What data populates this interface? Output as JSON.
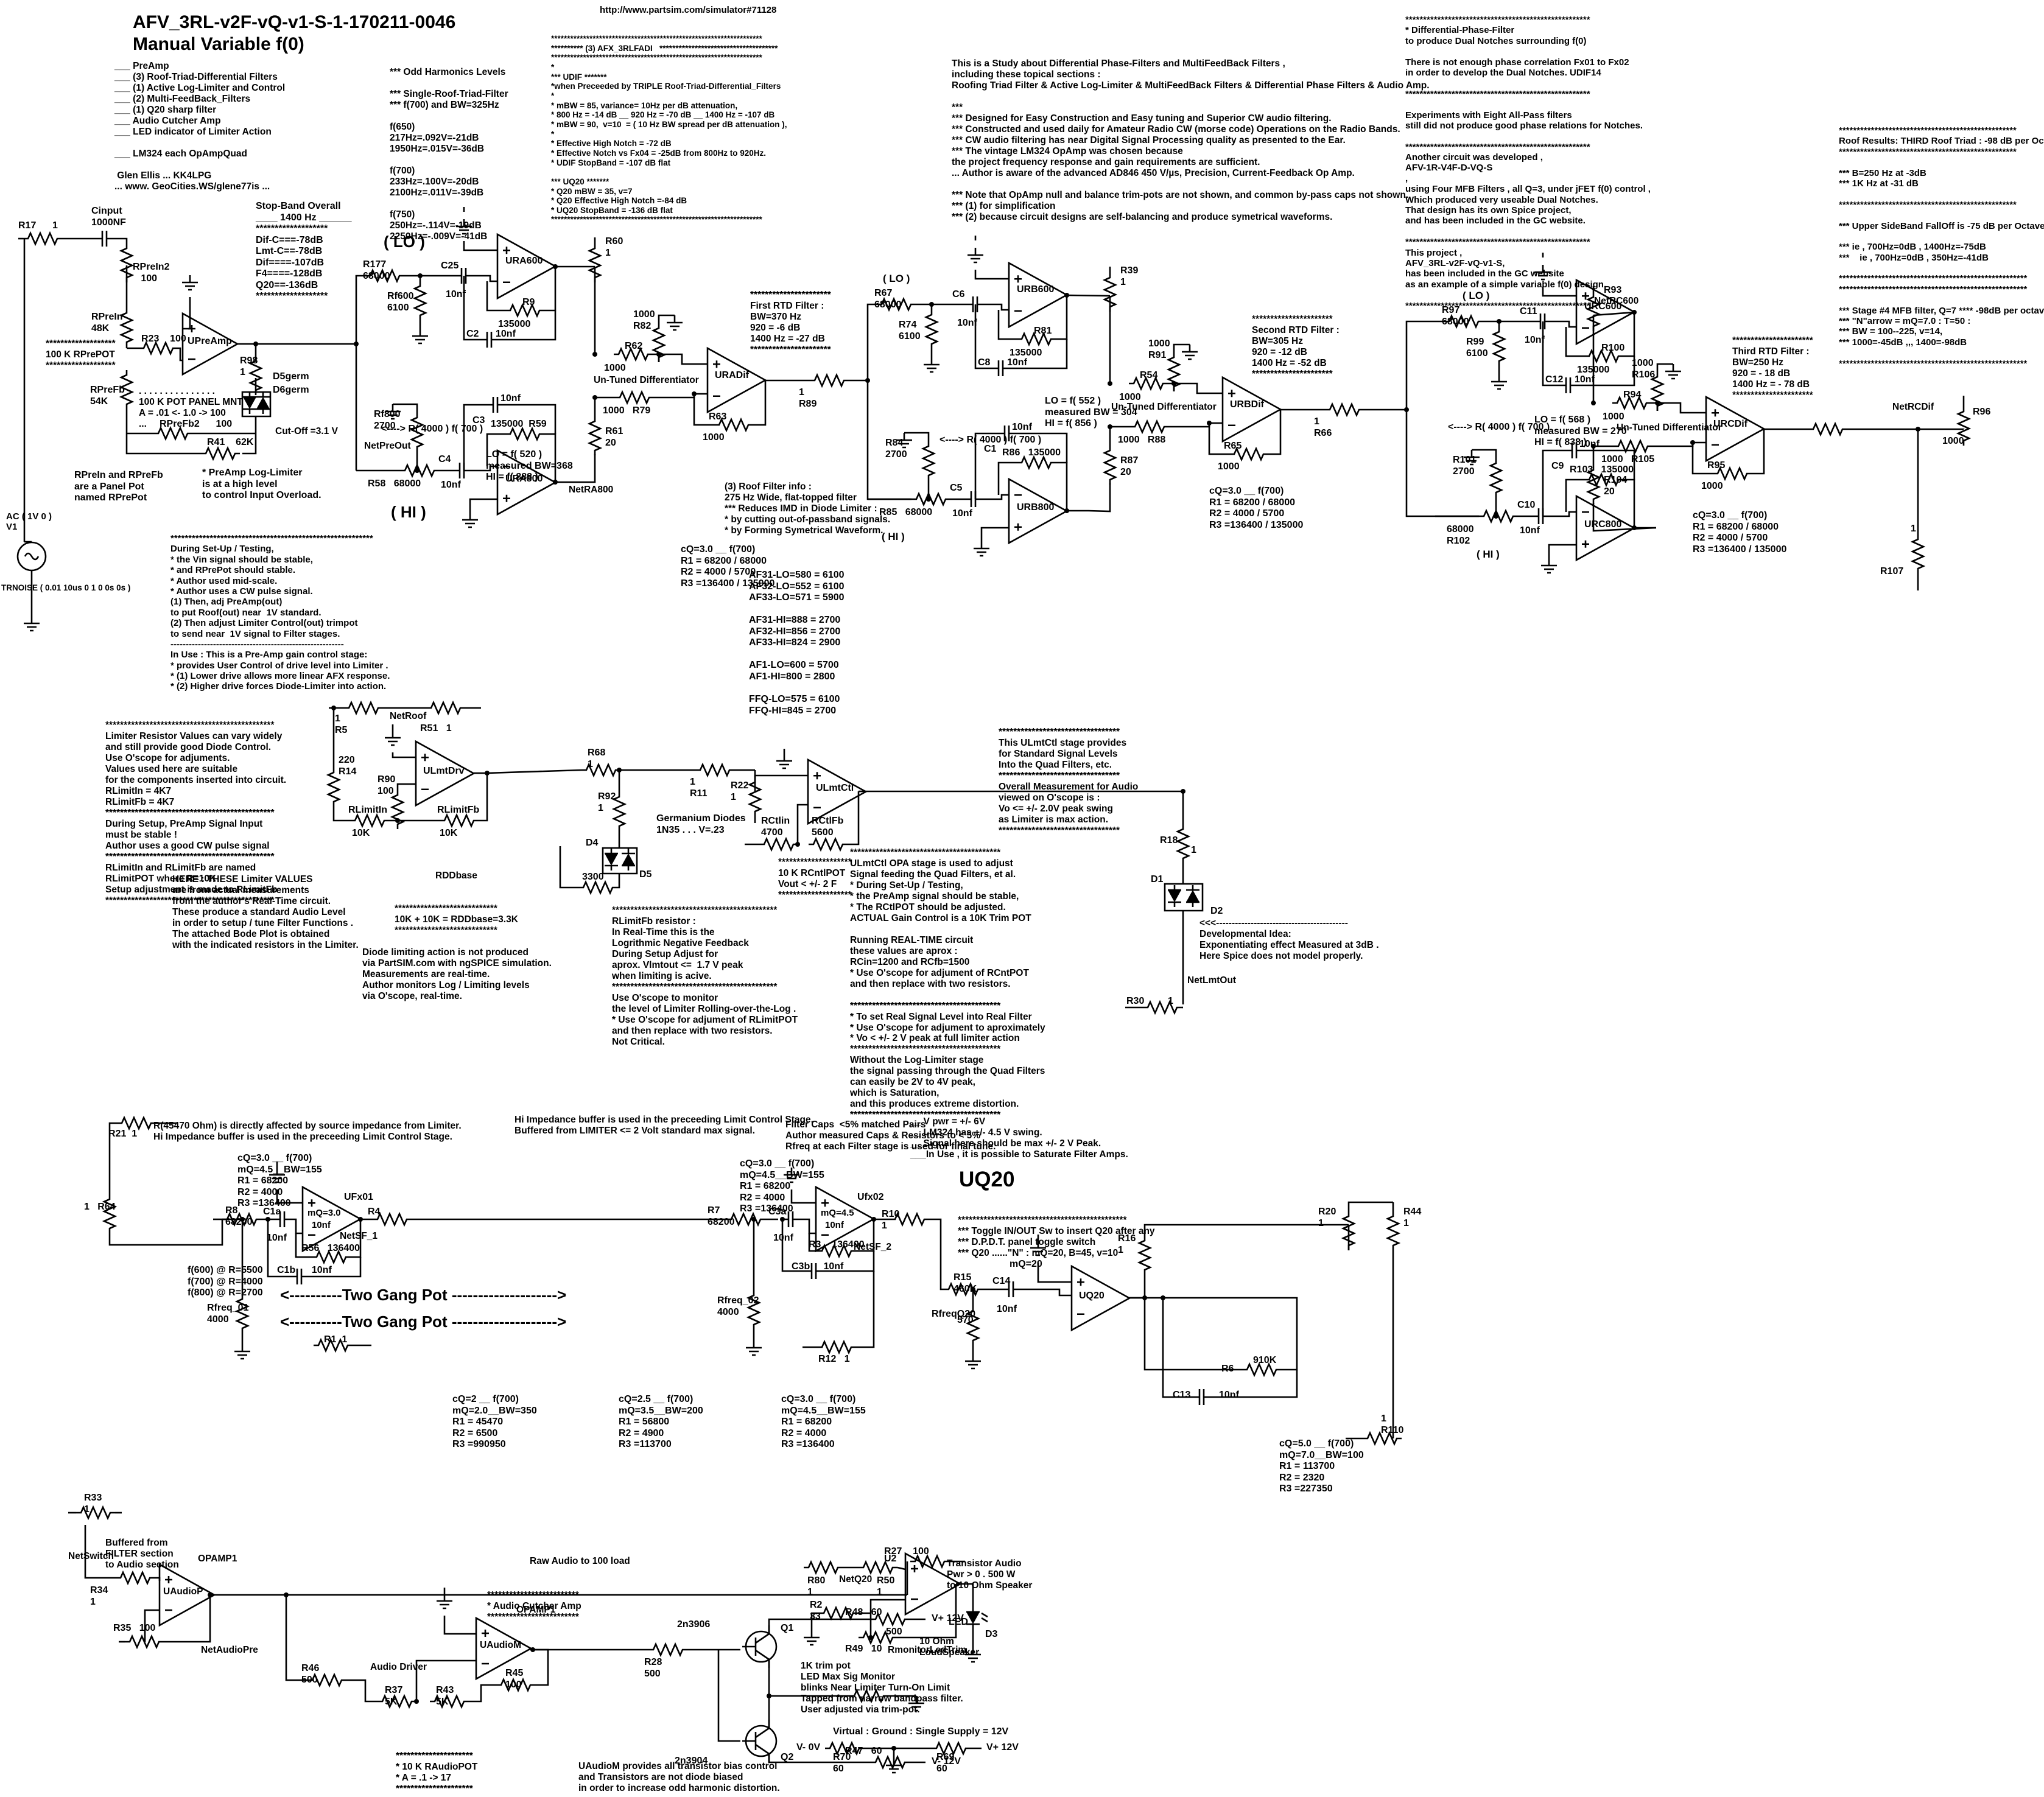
{
  "page": {
    "url": "http://www.partsim.com/simulator#71128",
    "title1": "AFV_3RL-v2F-vQ-v1-S-1-170211-0046",
    "title2": "Manual Variable f(0)"
  },
  "notes": {
    "features": "___ PreAmp\n___ (3) Roof-Triad-Differential Filters\n___ (1) Active Log-Limiter and Control\n___ (2) Multi-FeedBack_Filters\n___ (1) Q20 sharp filter\n___ Audio Cutcher Amp\n___ LED indicator of Limiter Action\n\n___ LM324 each OpAmpQuad\n\n Glen Ellis ... KK4LPG\n... www. GeoCities.WS/glene77is ...",
    "odd": "*** Odd Harmonics Levels\n\n*** Single-Roof-Triad-Filter\n*** f(700) and BW=325Hz\n\nf(650)\n217Hz=.092V=-21dB\n1950Hz=.015V=-36dB\n\nf(700)\n233Hz=.100V=-20dB\n2100Hz=.011V=-39dB\n\nf(750)\n250Hz=-.114V=-19dB\n2250Hz=-.009V=-41dB",
    "afx": "******************************************************************\n********** (3) AFX_3RLFADI   *************************************\n******************************************************************\n*\n*** UDIF *******\n*when Preceeded by TRIPLE Roof-Triad-Differential_Filters\n*\n* mBW = 85, variance= 10Hz per dB attenuation,\n* 800 Hz = -14 dB __ 920 Hz = -70 dB __ 1400 Hz = -107 dB\n* mBW = 90,  v=10  = ( 10 Hz BW spread per dB attenuation ),\n*\n* Effective High Notch = -72 dB\n* Effective Notch vs Fx04 = -25dB from 800Hz to 920Hz.\n* UDIF StopBand = -107 dB flat\n\n*** UQ20 *******\n* Q20 mBW = 35, v=7\n* Q20 Effective High Notch =-84 dB\n* UQ20 StopBand = -136 dB flat\n******************************************************************",
    "study": "This is a Study about Differential Phase-Filters and MultiFeedBack Filters ,\nincluding these topical sections :\nRoofing Triad Filter & Active Log-Limiter & MultiFeedBack Filters & Differential Phase Filters & Audio Amp.\n\n***\n*** Designed for Easy Construction and Easy tuning and Superior CW audio filtering.\n*** Constructed and used daily for Amateur Radio CW (morse code) Operations on the Radio Bands.\n*** CW audio filtering has near Digital Signal Processing quality as presented to the Ear.\n*** The vintage LM324 OpAmp was chosen because\nthe project frequency response and gain requirements are sufficient.\n... Author is aware of the advanced AD846 450 V/µs, Precision, Current-Feedback Op Amp.\n\n*** Note that OpAmp null and balance trim-pots are not shown, and common by-pass caps not shown.\n*** (1) for simplification\n*** (2) because circuit designs are self-balancing and produce symetrical waveforms.",
    "diff": "****************************************************\n* Differential-Phase-Filter\nto produce Dual Notches surrounding f(0)\n\nThere is not enough phase correlation Fx01 to Fx02\nin order to develop the Dual Notches. UDIF14\n\n****************************************************\n\nExperiments with Eight All-Pass filters\nstill did not produce good phase relations for Notches.\n\n****************************************************\nAnother circuit was developed ,\nAFV-1R-V4F-D-VQ-S\n,\nusing Four MFB Filters , all Q=3, under jFET f(0) control ,\nWhich produced very useable Dual Notches.\nThat design has its own Spice project,\nand has been included in the GC website.\n\n****************************************************\nThis project ,\nAFV_3RL-v2F-vQ-v1-S,\nhas been included in the GC website\nas an example of a simple variable f(0) design.\n\n****************************************************",
    "roof": "**************************************************\nRoof Results: THIRD Roof Triad : -98 dB per Octave\n**************************************************\n\n*** B=250 Hz at -3dB\n*** 1K Hz at -31 dB\n\n**************************************************\n\n*** Upper SideBand FallOff is -75 dB per Octave;\n\n*** ie , 700Hz=0dB , 1400Hz=-75dB\n***    ie , 700Hz=0dB , 350Hz=-41dB\n\n*****************************************************\n*****************************************************\n\n*** Stage #4 MFB filter, Q=7 **** -98dB per octave\n*** \"N\"arrow = mQ=7.0 : T=50 :\n*** BW = 100--225, v=14,\n*** 1000=-45dB ,,, 1400=-98dB\n\n*****************************************************",
    "stopband": "Stop-Band Overall\n____ 1400 Hz ______\n*******************\nDif-C===-78dB\nLmt-C==-78dB\nDif====-107dB\nF4====-128dB\nQ20==-136dB\n*******************",
    "panelpot": "RPreIn and RPreFb\nare a Panel Pot\nnamed RPrePot",
    "loglim": "* PreAmp Log-Limiter\nis at a high level\nto control Input Overload.",
    "setup": "*********************************************************\nDuring Set-Up / Testing,\n* the Vin signal should be stable,\n* and RPrePot should stable.\n* Author used mid-scale.\n* Author uses a CW pulse signal.\n(1) Then, adj PreAmp(out)\nto put Roof(out) near  1V standard.\n(2) Then adjust Limiter Control(out) trimpot\nto send near  1V signal to Filter stages.\n---------------------------------------------------------\nIn Use : This is a Pre-Amp gain control stage:\n* provides User Control of drive level into Limiter .\n* (1) Lower drive allows more linear AFX response.\n* (2) Higher drive forces Diode-Limiter into action.",
    "potmnt": ". . . . . . . . . . . . . . .\n100 K POT PANEL MNT\nA = .01 <- 1.0 -> 100\n...",
    "rpre100k": "*******************\n100 K RPrePOT\n*******************",
    "ac": "AC ( 1V 0 )\nV1",
    "trnoise": "TRNOISE ( 0.01 10us 0 1 0 0s 0s )",
    "rt1": "**********************\nFirst RTD Filter :\nBW=370 Hz\n920 = -6 dB\n1400 Hz = -27 dB\n**********************",
    "rt2": "**********************\nSecond RTD Filter :\nBW=305 Hz\n920 = -12 dB\n1400 Hz = -52 dB\n**********************",
    "rt3": "**********************\nThird RTD Filter :\nBW=250 Hz\n920 = - 18 dB\n1400 Hz = - 78 dB\n**********************",
    "untuned": "Un-Tuned Differentiator",
    "lof1": "LO = f( 520 )\nmeasured BW=368\nHI = f( 888 )",
    "lof2": "LO = f( 552 )\nmeasured BW = 304\nHI = f( 856 )",
    "lof3": "LO = f( 568 )\nmeasured BW = 270\nHI = f( 838 )",
    "arrow": "<----> R( 4000 ) f( 700 )",
    "cq": "cQ=3.0 __ f(700)\nR1 = 68200 / 68000\nR2 = 4000 / 5700\nR3 =136400 / 135000",
    "roofinfo": "(3) Roof Filter info :\n275 Hz Wide, flat-topped filter\n*** Reduces IMD in Diode Limiter :\n* by cutting out-of-passband signals.\n* by Forming Symetrical Waveform.",
    "aflist": "AF31-LO=580 = 6100\nAF32-LO=552 = 6100\nAF33-LO=571 = 5900\n\nAF31-HI=888 = 2700\nAF32-HI=856 = 2700\nAF33-HI=824 = 2900\n\nAF1-LO=600 = 5700\nAF1-HI=800 = 2800\n\nFFQ-LO=575 = 6100\nFFQ-HI=845 = 2700",
    "lim1": "**********************************************\nLimiter Resistor Values can vary widely\nand still provide good Diode Control.\nUse O'scope for adjuments.\nValues used here are suitable\nfor the components inserted into circuit.\nRLimitIn = 4K7\nRLimitFb = 4K7\n**********************************************\nDuring Setup, PreAmp Signal Input\nmust be stable !\nAuthor uses a good CW pulse signal\n**********************************************\nRLimitIn and RLimitFb are named\nRLimitPOT where R=10K\nSetup adjustment is made to RLimitFb\n**********************************************",
    "here": "HERE : THESE Limiter VALUES\nare from actual measurements\nfrom the author's Real-Time circuit.\nThese produce a standard Audio Level\nin order to setup / tune Filter Functions .\nThe attached Bode Plot is obtained\nwith the indicated resistors in the Limiter.",
    "germ": "Germanium Diodes\n1N35 . . . V=.23",
    "rddnote": "****************************\n10K + 10K = RDDbase=3.3K\n****************************",
    "diodesim": "Diode limiting action is not produced\nvia PartSIM.com with ngSPICE simulation.\nMeasurements are real-time.\nAuthor monitors Log / Limiting levels\nvia O'scope, real-time.",
    "rlimitfbnote": "*********************************************\nRLimitFb resistor :\nIn Real-Time this is the\nLogrithmic Negative Feedback\nDuring Setup Adjust for\naprox. Vlmtout <=  1.7 V peak\nwhen limiting is acive.\n*********************************************\nUse O'scope to monitor\nthe level of Limiter Rolling-over-the-Log .\n* Use O'scope for adjument of RLimitPOT\nand then replace with two resistors.\nNot Critical.",
    "rcntl": "********************\n10 K RCntlPOT\nVout < +/- 2 F\n********************",
    "ulm1": "*********************************\nThis ULmtCtl stage provides\nfor Standard Signal Levels\nInto the Quad Filters, etc.\n*********************************\nOverall Measurement for Audio\nviewed on O'scope is :\nVo <= +/- 2.0V peak swing\nas Limiter is max action.\n*********************************",
    "ulm2": "*****************************************\nULmtCtl OPA stage is used to adjust\nSignal feeding the Quad Filters, et al.\n* During Set-Up / Testing,\n* the PreAmp signal should be stable,\n* The RCtlPOT should be adjusted.\nACTUAL Gain Control is a 10K Trim POT\n\nRunning REAL-TIME circuit\nthese values are aprox :\nRCin=1200 and RCfb=1500\n* Use O'scope for adjument of RCntPOT\nand then replace with two resistors.\n\n*****************************************\n* To set Real Signal Level into Real Filter\n* Use O'scope for adjument to aproximately\n* Vo < +/- 2 V peak at full limiter action\n*****************************************\nWithout the Log-Limiter stage\nthe signal passing through the Quad Filters\ncan easily be 2V to 4V peak,\nwhich is Saturation,\nand this produces extreme distortion.\n*****************************************",
    "dev": "<<<------------------------------------------\nDevelopmental Idea:\nExponentiating effect Measured at 3dB .\nHere Spice does not model properly.",
    "hiimp1": "R(45470 Ohm) is directly affected by source impedance from Limiter.\nHi Impedance buffer is used in the preceeding Limit Control Stage.",
    "hiimp2": "Hi Impedance buffer is used in the preceeding Limit Control Stage.\nBuffered from LIMITER <= 2 Volt standard max signal.",
    "cqA": "cQ=3.0 __ f(700)\nmQ=4.5__BW=155\nR1 = 68200\nR2 = 4000\nR3 =136400",
    "fr": "f(600) @ R=5500\nf(700) @ R=4000\nf(800) @ R=2700",
    "gang": "<----------Two Gang Pot -------------------->",
    "caps": "Filter Caps  <5% matched Pairs\nAuthor measured Caps & Resistors to < 5%\nRfreq at each Filter stage is used for final tune.",
    "vpwr": "__ V pwr = +/- 6V\n__ LM324 has +/- 4.5 V swing.\n__ Signal here should be max +/- 2 V Peak.\n___In Use , it is possible to Saturate Filter Amps.",
    "uq20head": "UQ20",
    "q20sw": "**********************************************\n*** Toggle IN/OUT Sw to insert Q20 after any\n*** D.P.D.T. panel toggle switch\n*** Q20 ......\"N\" : mQ=20, B=45, v=10",
    "tblA": "cQ=2 __ f(700)\nmQ=2.0__BW=350\nR1 = 45470\nR2 = 6500\nR3 =990950",
    "tblB": "cQ=2.5 __ f(700)\nmQ=3.5__BW=200\nR1 = 56800\nR2 = 4900\nR3 =113700",
    "tblC": "cQ=3.0 __ f(700)\nmQ=4.5__BW=155\nR1 = 68200\nR2 = 4000\nR3 =136400",
    "tblD": "cQ=5.0 __ f(700)\nmQ=7.0__BW=100\nR1 = 113700\nR2 = 2320\nR3 =227350",
    "buffered": "Buffered from\nFILTER section\nto Audio section",
    "raw": "Raw Audio to 100 load",
    "cutcher": "*************************\n* Audio Cutcher Amp\n*************************",
    "tx": "Transistor Audio\nPwr > 0 . 500 W\nto 10 Ohm Speaker",
    "drv": "Audio Driver",
    "raudiopot": "*********************\n* 10 K RAudioPOT\n* A = .1 -> 17\n*********************",
    "uaudiomnote": "UAudioM provides all transistor bias control\nand Transistors are not diode biased\nin order to increase odd harmonic distortion.",
    "speaker": "10 Ohm\nLoudSpeaker",
    "ledmon": "1K trim pot\nLED Max Sig Monitor\nblinks Near Limiter Turn-On Limit\nTapped from narrow bandpass filter.\nUser adjusted via trim-pot.",
    "vground": "Virtual : Ground : Single Supply = 12V"
  },
  "labels": {
    "lo": "( LO )",
    "hi": "( HI )",
    "p_r17": "R17      1",
    "p_cin": "Cinput\n1000NF",
    "p_rprein2": "RPreIn2\n   100",
    "p_rprein": "RPreIn\n48K",
    "p_r23": "R23    100",
    "p_u": "UPreAmp",
    "p_r98": "R98\n1",
    "p_d5": "D5germ",
    "p_d6": "D6germ",
    "p_cutoff": "Cut-Off =3.1 V",
    "p_rprefb": "RPreFb\n54K",
    "p_rprefb2": "RPreFb2      100",
    "p_r41": "R41    62K",
    "netpreout": "NetPreOut",
    "a_r1": "R177\n68000",
    "a_rf": "Rf600\n6100",
    "a_c1": "C25",
    "a_c1v": "10nf",
    "a_u1": "URA600",
    "a_fr1": "R9",
    "a_fr1v": "135000",
    "a_fc1": "C2",
    "a_fc1v": "10nf",
    "a_r2": "R58   68000",
    "a_rf2": "Rf800\n2700",
    "a_c2": "C4",
    "a_c2v": "10nf",
    "a_u2": "URA800",
    "a_fr2": "135000  R59",
    "a_fc2": "C3",
    "a_fc2v": "10nf",
    "a_net": "NetRA800",
    "a_drt": "R60\n1",
    "a_dri": "R62",
    "a_driv": "1000",
    "a_drg": "1000\nR82",
    "a_du": "URADif",
    "a_dr2": "1000   R79",
    "a_drb": "R61\n20",
    "a_drf": "R63",
    "a_drfv": "1000",
    "a_dro": "1\nR89",
    "b_r1": "R67\n68000",
    "b_rf": "R74\n6100",
    "b_c1": "C6",
    "b_c1v": "10nf",
    "b_u1": "URB600",
    "b_fr1": "R81",
    "b_fr1v": "135000",
    "b_fc1": "C8",
    "b_fc1v": "10nf",
    "b_r2": "R85   68000",
    "b_rf2": "R84\n2700",
    "b_c2": "C5",
    "b_c2v": "10nf",
    "b_u2": "URB800",
    "b_fr2": "R86   135000",
    "b_fc2": "C1",
    "b_fc2v": "10nf",
    "b_net": "",
    "b_drt": "R39\n1",
    "b_dri": "R54",
    "b_driv": "1000",
    "b_drg": "1000\nR91",
    "b_du": "URBDif",
    "b_dr2": "1000   R88",
    "b_drb": "R87\n20",
    "b_drf": "R65",
    "b_drfv": "1000",
    "b_dro": "1\nR66",
    "c_r1": "R97\n68000",
    "c_rf": "R99\n6100",
    "c_c1": "C11",
    "c_c1v": "10nf",
    "c_u1": "URC600",
    "c_fr1": "R100",
    "c_fr1v": "135000",
    "c_fc1": "C12",
    "c_fc1v": "10nf",
    "c_r2": "68000\nR102",
    "c_rf2": "R101\n2700",
    "c_c2": "C10",
    "c_c2v": "10nf",
    "c_u2": "URC800",
    "c_fr2": "R103   135000",
    "c_fc2": "C9",
    "c_fc2v": "10nf",
    "c_net": "",
    "c_drt": "R93",
    "c_dri": "R94",
    "c_driv": "1000",
    "c_drg": "1000\nR106",
    "c_du": "URCDif",
    "c_dr2": "1000   R105",
    "c_drb": "R104\n20",
    "c_drf": "R95",
    "c_drfv": "1000",
    "c_dro": "",
    "netrc600": "NetRC600",
    "t_netrcdif": "NetRCDif",
    "t_r96": "R96",
    "t_1000": "1000",
    "t_r107": "R107",
    "t_1": "1",
    "l_r5": "1\nR5",
    "l_netroof": "NetRoof",
    "l_r51": "R51   1",
    "l_r14": "220\nR14",
    "l_u1": "ULmtDrv",
    "l_r90": "R90\n100",
    "l_rlin": "RLimitIn",
    "l_rlinv": "10K",
    "l_rlfb": "RLimitFb",
    "l_rlfbv": "10K",
    "l_r68": "R68\n1",
    "l_r92": "R92\n1",
    "l_d4": "D4",
    "l_d5": "D5",
    "l_3300": "3300",
    "l_rdd": "RDDbase",
    "l_r11": "1\nR11",
    "l_r22": "R22\n1",
    "l_u2": "ULmtCtl",
    "l_rcin": "RCtlin\n4700",
    "l_rcfb": "RCtlFb\n5600",
    "l_r18": "R18",
    "l_r18v": "1",
    "l_d1": "D1",
    "l_d2": "D2",
    "l_netlmt": "NetLmtOut",
    "l_r30": "R30",
    "l_r30v": "1",
    "q_r21": "R21  1",
    "q_r64": "1   R64",
    "q_r8": "R8\n68200",
    "q_c1a": "C1a",
    "q_c1av": "10nf",
    "q_u1": "UFx01",
    "q_mq1": "mQ=3.0",
    "q_10nf1": "10nf",
    "q_r56": "R56   136400",
    "q_c1b": "C1b      10nf",
    "q_netsf1": "NetSF_1",
    "q_r4": "R4",
    "q_rfreq1": "Rfreq_01\n4000",
    "q_r1": "R1  1",
    "q_r7": "R7\n68200",
    "q_c3a": "C3a",
    "q_c3av": "10nf",
    "q_u2": "Ufx02",
    "q_mq2": "mQ=4.5",
    "q_10nf2": "10nf",
    "q_r3": "R3    136400",
    "q_c3b": "C3b     10nf",
    "q_netsf2": "NetSF_2",
    "q_r10": "R10\n1",
    "q_rfreq2": "Rfreq_02\n4000",
    "q_r12": "R12   1",
    "q_r15": "R15\n460K",
    "q_rfq20": "RfreqQ20",
    "q_570": "570",
    "q_c14": "C14",
    "q_c14v": "10nf",
    "q_mq20": "mQ=20",
    "q_uq20": "UQ20",
    "q_r16": "R16\n1",
    "q_r20": "R20\n1",
    "q_r44": "R44\n1",
    "q_r6": "R6",
    "q_910k": "910K",
    "q_c13": "C13",
    "q_c13v": "10nf",
    "q_r110": "1\nR110",
    "au_r33": "R33\n1",
    "au_netsw": "NetSwitch",
    "au_op1": "OPAMP1",
    "au_u1": "UAudioP",
    "au_r34": "R34\n1",
    "au_r35": "R35   100",
    "au_netpre": "NetAudioPre",
    "au_r27": "R27    100",
    "au_op2": "OPAMP1",
    "au_u2": "UAudioM",
    "au_r46": "R46\n500",
    "au_r37": "R37\n5K",
    "au_r43": "R43\n5K",
    "au_r45": "R45\n100",
    "au_r28": "R28\n500",
    "au_q1": "Q1",
    "au_q2": "Q2",
    "au_3906": "2n3906",
    "au_3904": "2n3904",
    "au_r48": "R48   60",
    "au_vp": "V+ 12V",
    "au_r49": "R49   10",
    "au_r47": "R47   60",
    "au_vm": "V- 12V",
    "m_u2": "U2",
    "m_r80": "R80\n1",
    "m_netq20": "NetQ20",
    "m_r50": "R50\n1",
    "m_r2": "R2\n33",
    "m_500": "500",
    "m_rmon": "RmonitorLedTrim",
    "m_led": "LED",
    "m_d3": "D3",
    "g_vm": "V- 0V",
    "g_r70": "R70\n60",
    "g_r69": "R69\n60",
    "g_vp": "V+ 12V"
  }
}
